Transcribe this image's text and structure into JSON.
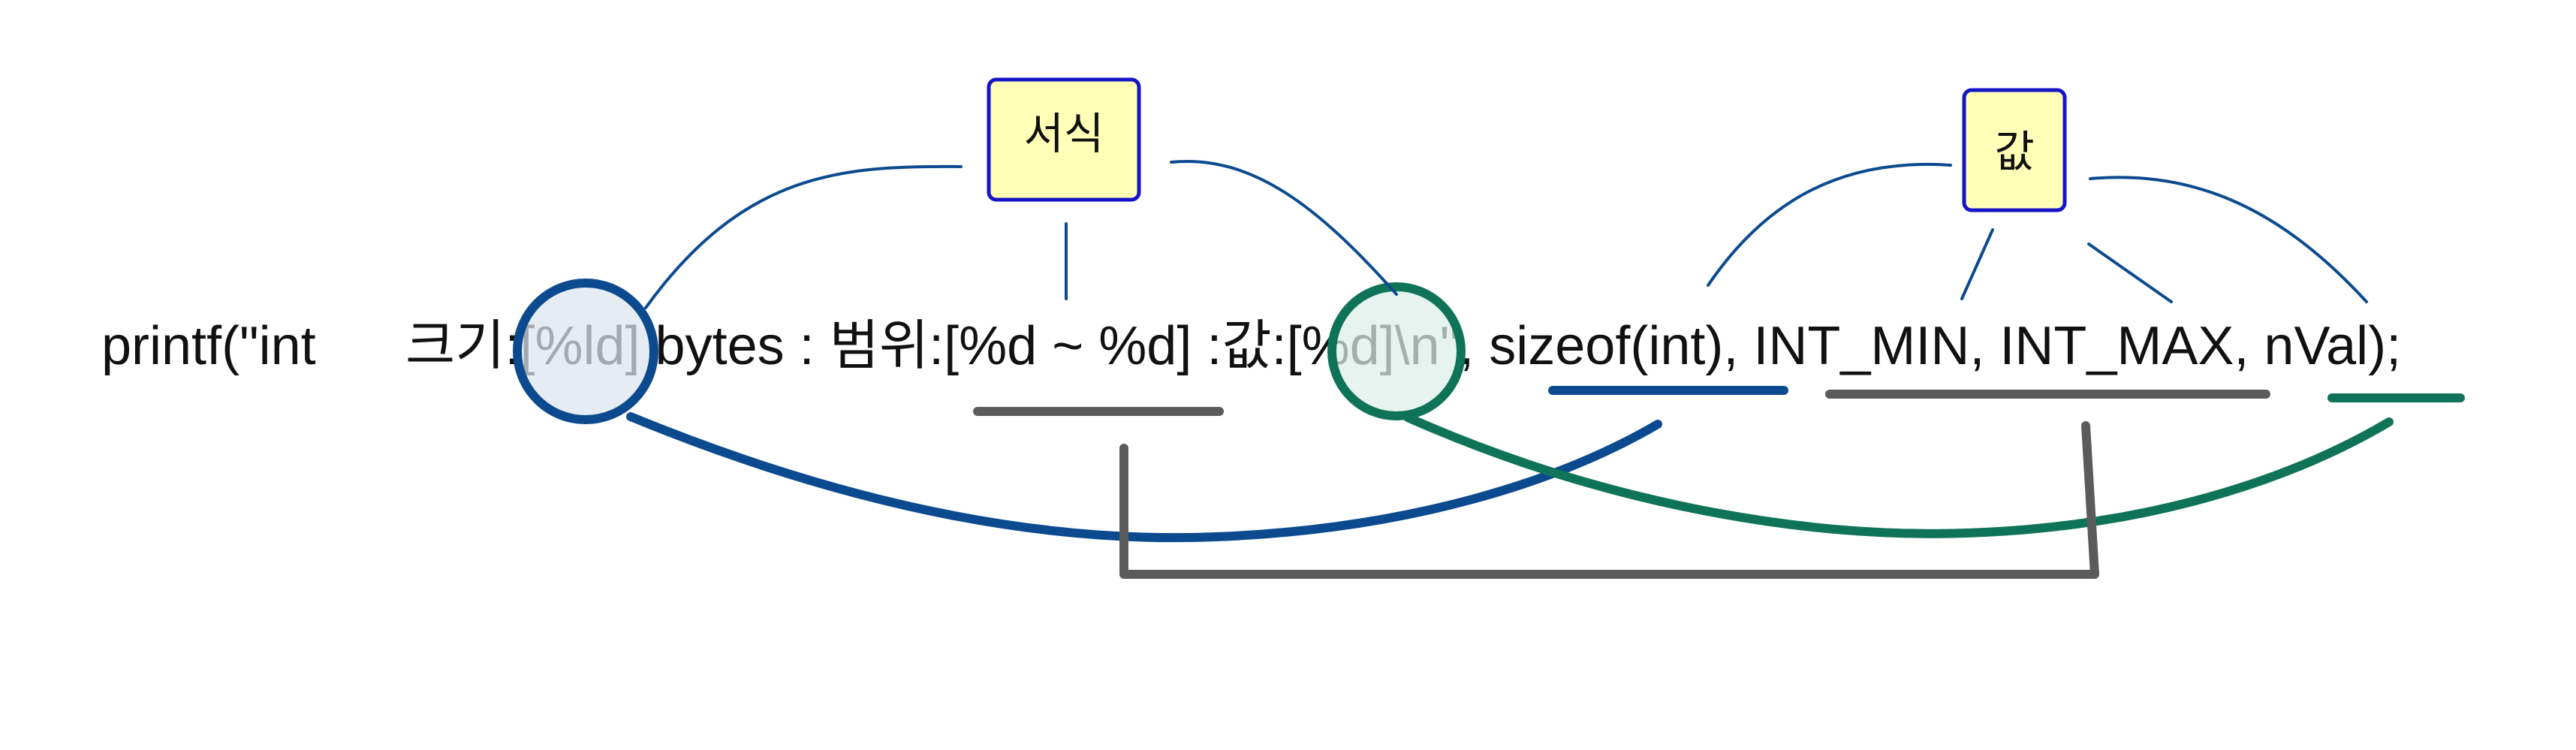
{
  "code": {
    "segments": [
      "printf(\"int",
      "크기:[%ld] bytes : 범위:[%d ~ %d] :값:[%d]\\n\", sizeof(int), INT_MIN, INT_MAX, nVal);"
    ]
  },
  "labels": {
    "format": "서식",
    "value": "값"
  },
  "colors": {
    "blue": "#0b4a8f",
    "green": "#0f7457",
    "gray": "#5b5b5b",
    "box_fill": "#ffffb8",
    "box_stroke": "#1515c8",
    "blue_circle_fill": "#dbe4f0",
    "green_circle_fill": "#dcefe8"
  }
}
